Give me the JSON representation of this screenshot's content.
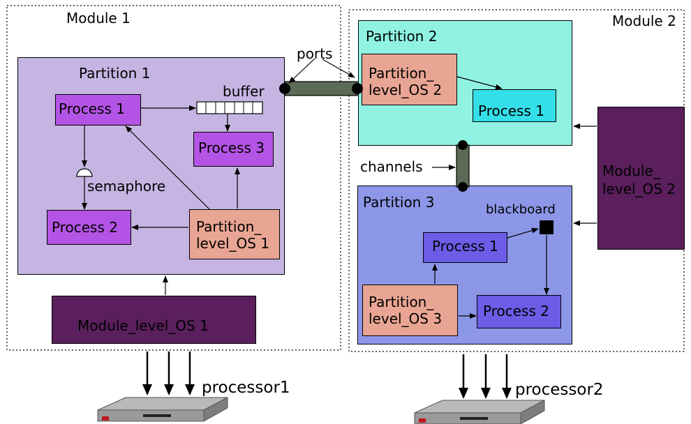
{
  "module1": {
    "label": "Module 1"
  },
  "module2": {
    "label": "Module 2"
  },
  "partition1": {
    "label": "Partition 1",
    "process1": "Process 1",
    "process2": "Process 2",
    "process3": "Process 3",
    "buffer": "buffer",
    "semaphore": "semaphore",
    "os": "Partition_\nlevel_OS 1"
  },
  "partition2": {
    "label": "Partition 2",
    "os": "Partition_\nlevel_OS 2",
    "process1": "Process 1"
  },
  "partition3": {
    "label": "Partition 3",
    "blackboard": "blackboard",
    "process1": "Process 1",
    "process2": "Process 2",
    "os": "Partition_\nlevel_OS 3"
  },
  "module_os1": "Module_level_OS 1",
  "module_os2": "Module_\nlevel_OS 2",
  "ports": "ports",
  "channels": "channels",
  "processor1": "processor1",
  "processor2": "processor2",
  "colors": {
    "partition1_fill": "#c6b5e2",
    "partition2_fill": "#8ff2e2",
    "partition3_fill": "#8c97e8",
    "process_p1": "#b454e6",
    "process_p2": "#33dfe8",
    "process_p3": "#6c5ce6",
    "partition_os": "#e9a593",
    "module_os": "#5a1f5c",
    "port_pipe": "#5b6b55"
  }
}
